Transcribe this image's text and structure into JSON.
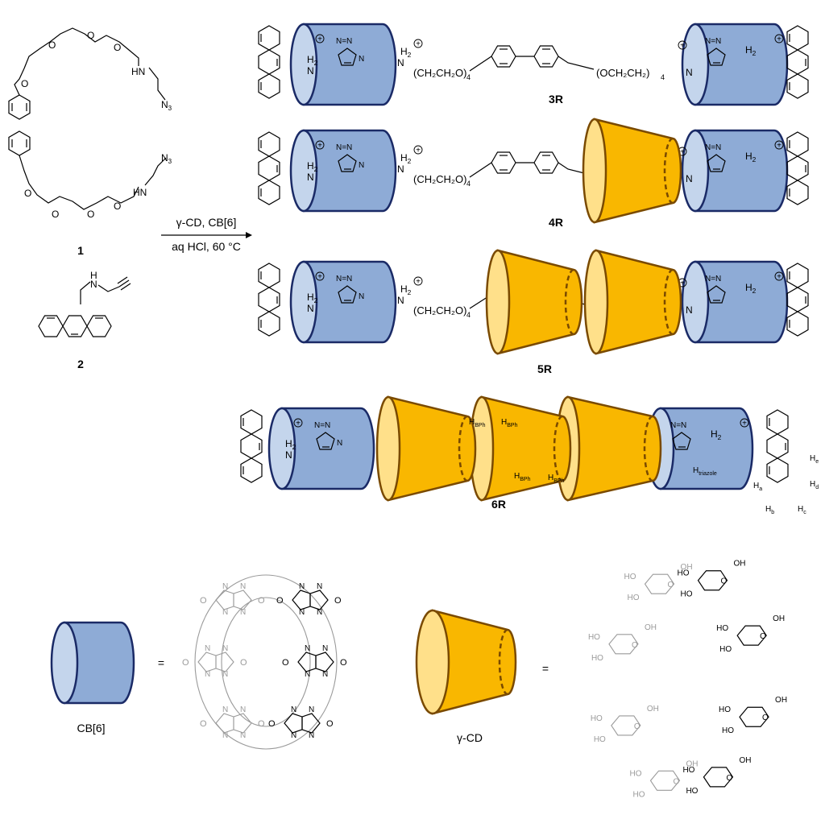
{
  "colors": {
    "cb6_body": "#8eabd6",
    "cb6_face": "#c4d5ec",
    "cb6_stroke": "#1a2a66",
    "gcd_body": "#f9b700",
    "gcd_face": "#ffe08a",
    "gcd_stroke": "#7a4a00"
  },
  "reaction": {
    "conditions_line1": "γ-CD, CB[6]",
    "conditions_line2": "aq HCl, 60 °C"
  },
  "reactants": {
    "label_1": "1",
    "label_2": "2",
    "atoms": {
      "O": "O",
      "HN": "HN",
      "N3": "N",
      "N3_sub": "3",
      "H": "H",
      "N": "N"
    }
  },
  "fragments": {
    "h2n": "H",
    "h2n_sub": "2",
    "n": "N",
    "plus": "+",
    "peg": "(CH₂CH₂O)",
    "peg_rev": "(OCH₂CH₂)",
    "sub4": "4",
    "triazole_n": "N=N",
    "n2": "N",
    "h_bph": "H",
    "h_bph_sub": "BPh",
    "h_triazole": "H",
    "h_triazole_sub": "triazole",
    "ha": "H",
    "ha_sub": "a",
    "hb": "H",
    "hb_sub": "b",
    "hc": "H",
    "hc_sub": "c",
    "hd": "H",
    "hd_sub": "d",
    "he": "H",
    "he_sub": "e"
  },
  "products": [
    {
      "label": "3R",
      "gamma_cd_count": 0
    },
    {
      "label": "4R",
      "gamma_cd_count": 1
    },
    {
      "label": "5R",
      "gamma_cd_count": 2
    },
    {
      "label": "6R",
      "gamma_cd_count": 3
    }
  ],
  "legend": {
    "cb6_label": "CB[6]",
    "gcd_label": "γ-CD",
    "equals": "=",
    "oh": "HO",
    "oh2": "OH",
    "o": "O",
    "n": "N"
  }
}
